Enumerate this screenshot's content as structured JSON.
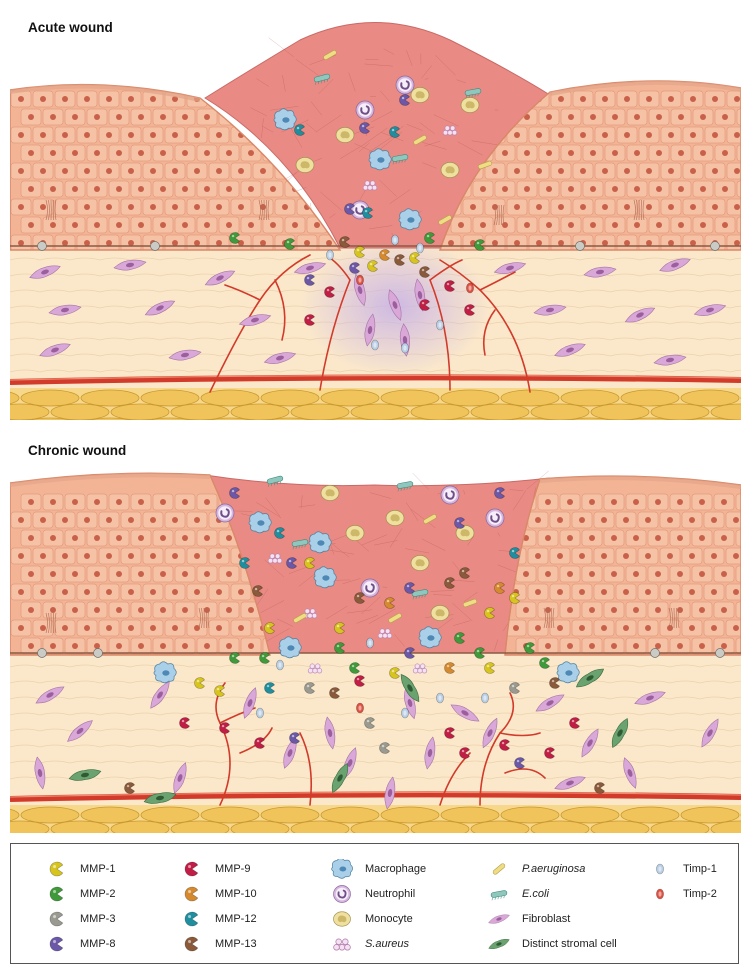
{
  "panels": {
    "acute_title": "Acute wound",
    "chronic_title": "Chronic wound"
  },
  "colors": {
    "epidermis": "#f3b496",
    "epidermis_line": "#d98868",
    "wound_bed": "#e98a84",
    "dermis": "#fbe8cb",
    "fat": "#f0c45a",
    "vessel": "#d23a2a",
    "fibroblast": "#d9a8d8",
    "stromal": "#6aa36f",
    "macrophage": "#a9d0e8",
    "neutrophil": "#d6b6e0",
    "monocyte": "#efe0a0",
    "mmp1": "#d7c51d",
    "mmp2": "#3f9a3a",
    "mmp3": "#9a9a90",
    "mmp8": "#6c58a8",
    "mmp9": "#c21e45",
    "mmp10": "#d58a2e",
    "mmp12": "#1f8fa0",
    "mmp13": "#8a5a3a",
    "timp1": "#b8cfe6",
    "timp2": "#e05040"
  },
  "legend": {
    "columns": [
      [
        {
          "label": "MMP-1",
          "icon": "mmp-pacman-icon",
          "color": "mmp1",
          "italic": false
        },
        {
          "label": "MMP-2",
          "icon": "mmp-pacman-icon",
          "color": "mmp2",
          "italic": false
        },
        {
          "label": "MMP-3",
          "icon": "mmp-pacman-icon",
          "color": "mmp3",
          "italic": false
        },
        {
          "label": "MMP-8",
          "icon": "mmp-pacman-icon",
          "color": "mmp8",
          "italic": false
        }
      ],
      [
        {
          "label": "MMP-9",
          "icon": "mmp-pacman-icon",
          "color": "mmp9",
          "italic": false
        },
        {
          "label": "MMP-10",
          "icon": "mmp-pacman-icon",
          "color": "mmp10",
          "italic": false
        },
        {
          "label": "MMP-12",
          "icon": "mmp-pacman-icon",
          "color": "mmp12",
          "italic": false
        },
        {
          "label": "MMP-13",
          "icon": "mmp-pacman-icon",
          "color": "mmp13",
          "italic": false
        }
      ],
      [
        {
          "label": "Macrophage",
          "icon": "macrophage-icon",
          "color": "macrophage",
          "italic": false
        },
        {
          "label": "Neutrophil",
          "icon": "neutrophil-icon",
          "color": "neutrophil",
          "italic": false
        },
        {
          "label": "Monocyte",
          "icon": "monocyte-icon",
          "color": "monocyte",
          "italic": false
        },
        {
          "label": "S.aureus",
          "icon": "s-aureus-icon",
          "color": "neutrophil",
          "italic": true
        }
      ],
      [
        {
          "label": "P.aeruginosa",
          "icon": "p-aeruginosa-icon",
          "color": "monocyte",
          "italic": true
        },
        {
          "label": "E.coli",
          "icon": "e-coli-icon",
          "color": "macrophage",
          "italic": true
        },
        {
          "label": "Fibroblast",
          "icon": "fibroblast-icon",
          "color": "fibroblast",
          "italic": false
        },
        {
          "label": "Distinct stromal cell",
          "icon": "stromal-cell-icon",
          "color": "stromal",
          "italic": false
        }
      ],
      [
        {
          "label": "Timp-1",
          "icon": "timp-icon",
          "color": "timp1",
          "italic": false
        },
        {
          "label": "Timp-2",
          "icon": "timp-icon",
          "color": "timp2",
          "italic": false
        }
      ]
    ]
  }
}
